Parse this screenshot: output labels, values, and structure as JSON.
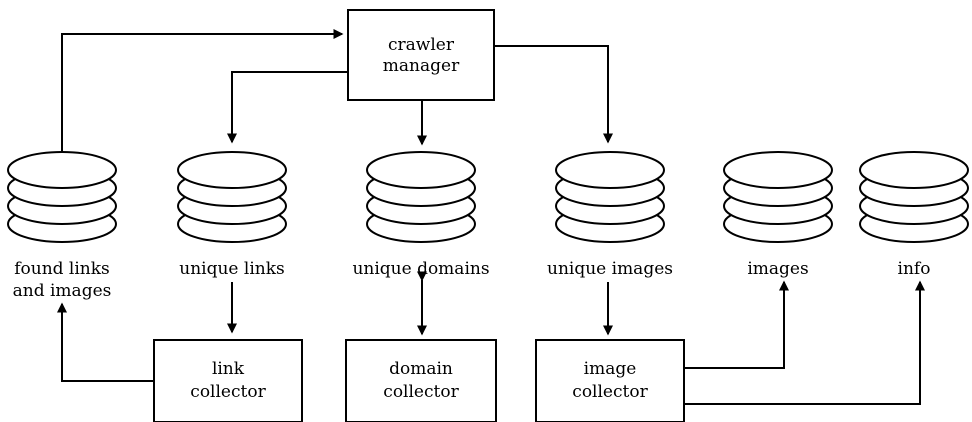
{
  "processes": {
    "crawler_manager": [
      "crawler",
      "manager"
    ],
    "link_collector": [
      "link",
      "collector"
    ],
    "domain_collector": [
      "domain",
      "collector"
    ],
    "image_collector": [
      "image",
      "collector"
    ]
  },
  "stores": {
    "found_links_and_images": [
      "found links",
      "and images"
    ],
    "unique_links": [
      "unique links"
    ],
    "unique_domains": [
      "unique domains"
    ],
    "unique_images": [
      "unique images"
    ],
    "images": [
      "images"
    ],
    "info": [
      "info"
    ]
  }
}
